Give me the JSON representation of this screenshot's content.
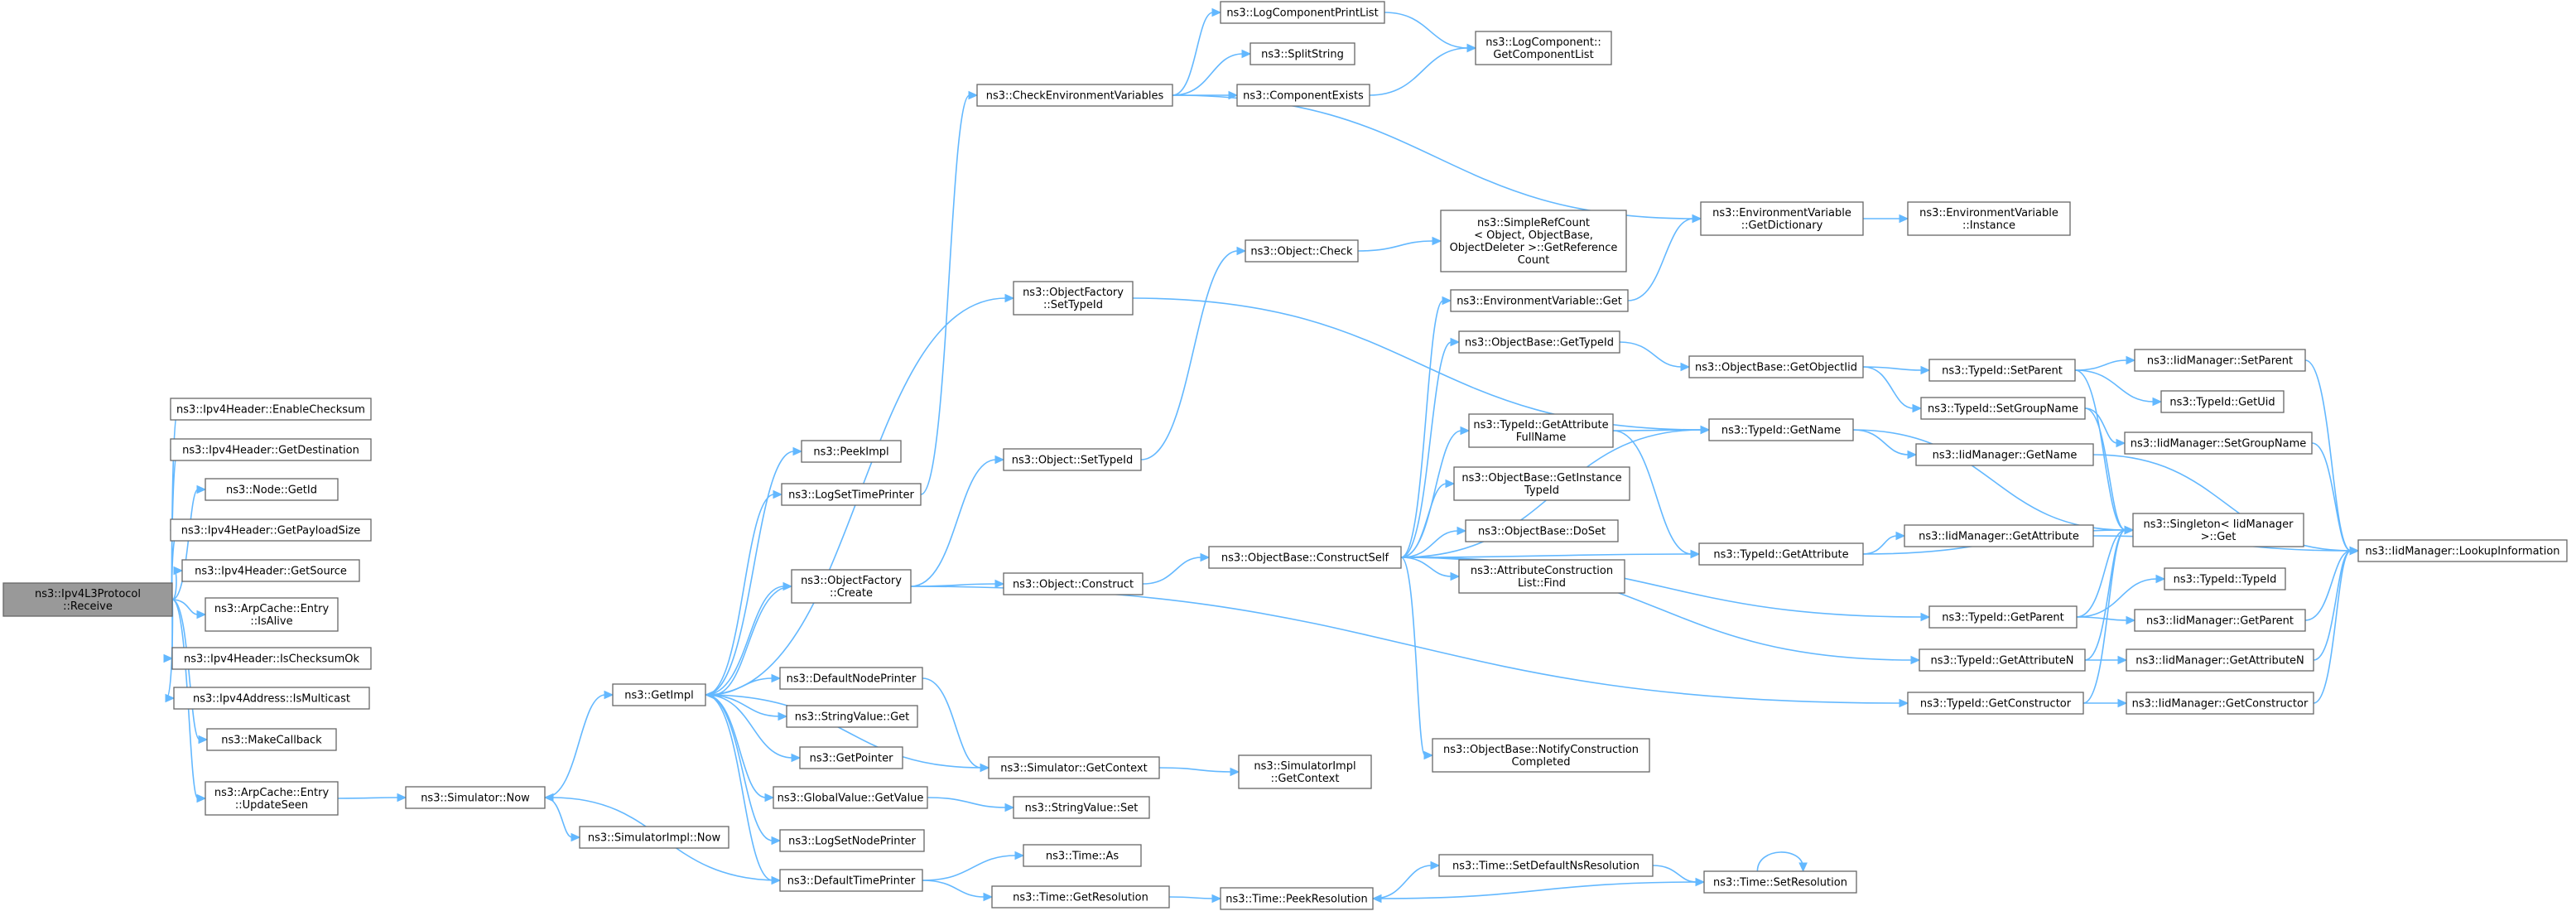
{
  "colors": {
    "edge": "#63b8ff",
    "node_border": "#666666",
    "root_fill": "#999999",
    "node_fill": "#ffffff"
  },
  "nodes": {
    "receive": {
      "lines": [
        "ns3::Ipv4L3Protocol",
        "::Receive"
      ],
      "root": true
    },
    "enableChecksum": {
      "lines": [
        "ns3::Ipv4Header::EnableChecksum"
      ]
    },
    "getDestination": {
      "lines": [
        "ns3::Ipv4Header::GetDestination"
      ]
    },
    "nodeGetId": {
      "lines": [
        "ns3::Node::GetId"
      ]
    },
    "getPayloadSize": {
      "lines": [
        "ns3::Ipv4Header::GetPayloadSize"
      ]
    },
    "getSource": {
      "lines": [
        "ns3::Ipv4Header::GetSource"
      ]
    },
    "entryIsAlive": {
      "lines": [
        "ns3::ArpCache::Entry",
        "::IsAlive"
      ]
    },
    "isChecksumOk": {
      "lines": [
        "ns3::Ipv4Header::IsChecksumOk"
      ]
    },
    "isMulticast": {
      "lines": [
        "ns3::Ipv4Address::IsMulticast"
      ]
    },
    "makeCallback": {
      "lines": [
        "ns3::MakeCallback"
      ]
    },
    "updateSeen": {
      "lines": [
        "ns3::ArpCache::Entry",
        "::UpdateSeen"
      ]
    },
    "simNow": {
      "lines": [
        "ns3::Simulator::Now"
      ]
    },
    "simImplNow": {
      "lines": [
        "ns3::SimulatorImpl::Now"
      ]
    },
    "getImpl": {
      "lines": [
        "ns3::GetImpl"
      ]
    },
    "peekImpl": {
      "lines": [
        "ns3::PeekImpl"
      ]
    },
    "logSetTimePrinter": {
      "lines": [
        "ns3::LogSetTimePrinter"
      ]
    },
    "objFactoryCreate": {
      "lines": [
        "ns3::ObjectFactory",
        "::Create"
      ]
    },
    "defaultNodePrinter": {
      "lines": [
        "ns3::DefaultNodePrinter"
      ]
    },
    "stringValueGet": {
      "lines": [
        "ns3::StringValue::Get"
      ]
    },
    "getPointer": {
      "lines": [
        "ns3::GetPointer"
      ]
    },
    "globalValueGetValue": {
      "lines": [
        "ns3::GlobalValue::GetValue"
      ]
    },
    "logSetNodePrinter": {
      "lines": [
        "ns3::LogSetNodePrinter"
      ]
    },
    "defaultTimePrinter": {
      "lines": [
        "ns3::DefaultTimePrinter"
      ]
    },
    "checkEnv": {
      "lines": [
        "ns3::CheckEnvironmentVariables"
      ]
    },
    "logCompPrintList": {
      "lines": [
        "ns3::LogComponentPrintList"
      ]
    },
    "splitString": {
      "lines": [
        "ns3::SplitString"
      ]
    },
    "componentExists": {
      "lines": [
        "ns3::ComponentExists"
      ]
    },
    "logCompGetList": {
      "lines": [
        "ns3::LogComponent::",
        "GetComponentList"
      ]
    },
    "objFactorySetTypeId": {
      "lines": [
        "ns3::ObjectFactory",
        "::SetTypeId"
      ]
    },
    "objSetTypeId": {
      "lines": [
        "ns3::Object::SetTypeId"
      ]
    },
    "objConstruct": {
      "lines": [
        "ns3::Object::Construct"
      ]
    },
    "simGetContext": {
      "lines": [
        "ns3::Simulator::GetContext"
      ]
    },
    "simImplGetContext": {
      "lines": [
        "ns3::SimulatorImpl",
        "::GetContext"
      ]
    },
    "stringValueSet": {
      "lines": [
        "ns3::StringValue::Set"
      ]
    },
    "timeAs": {
      "lines": [
        "ns3::Time::As"
      ]
    },
    "timeGetResolution": {
      "lines": [
        "ns3::Time::GetResolution"
      ]
    },
    "timePeekResolution": {
      "lines": [
        "ns3::Time::PeekResolution"
      ]
    },
    "timeSetDefaultNs": {
      "lines": [
        "ns3::Time::SetDefaultNsResolution"
      ]
    },
    "timeSetResolution": {
      "lines": [
        "ns3::Time::SetResolution"
      ]
    },
    "objCheck": {
      "lines": [
        "ns3::Object::Check"
      ]
    },
    "simpleRefCount": {
      "lines": [
        "ns3::SimpleRefCount",
        "< Object, ObjectBase,",
        "ObjectDeleter >::GetReference",
        "Count"
      ]
    },
    "constructSelf": {
      "lines": [
        "ns3::ObjectBase::ConstructSelf"
      ]
    },
    "envVarGet": {
      "lines": [
        "ns3::EnvironmentVariable::Get"
      ]
    },
    "objBaseGetTypeId": {
      "lines": [
        "ns3::ObjectBase::GetTypeId"
      ]
    },
    "getAttrFullName": {
      "lines": [
        "ns3::TypeId::GetAttribute",
        "FullName"
      ]
    },
    "getInstanceTypeId": {
      "lines": [
        "ns3::ObjectBase::GetInstance",
        "TypeId"
      ]
    },
    "doSet": {
      "lines": [
        "ns3::ObjectBase::DoSet"
      ]
    },
    "attrConstructionFind": {
      "lines": [
        "ns3::AttributeConstruction",
        "List::Find"
      ]
    },
    "notifyConstructionCompleted": {
      "lines": [
        "ns3::ObjectBase::NotifyConstruction",
        "Completed"
      ]
    },
    "envVarGetDictionary": {
      "lines": [
        "ns3::EnvironmentVariable",
        "::GetDictionary"
      ]
    },
    "envVarInstance": {
      "lines": [
        "ns3::EnvironmentVariable",
        "::Instance"
      ]
    },
    "getObjectIid": {
      "lines": [
        "ns3::ObjectBase::GetObjectIid"
      ]
    },
    "typeIdGetName": {
      "lines": [
        "ns3::TypeId::GetName"
      ]
    },
    "typeIdGetAttribute": {
      "lines": [
        "ns3::TypeId::GetAttribute"
      ]
    },
    "typeIdSetParent": {
      "lines": [
        "ns3::TypeId::SetParent"
      ]
    },
    "typeIdSetGroupName": {
      "lines": [
        "ns3::TypeId::SetGroupName"
      ]
    },
    "typeIdGetParent": {
      "lines": [
        "ns3::TypeId::GetParent"
      ]
    },
    "typeIdGetAttributeN": {
      "lines": [
        "ns3::TypeId::GetAttributeN"
      ]
    },
    "typeIdGetConstructor": {
      "lines": [
        "ns3::TypeId::GetConstructor"
      ]
    },
    "iidSetParent": {
      "lines": [
        "ns3::IidManager::SetParent"
      ]
    },
    "typeIdGetUid": {
      "lines": [
        "ns3::TypeId::GetUid"
      ]
    },
    "iidSetGroupName": {
      "lines": [
        "ns3::IidManager::SetGroupName"
      ]
    },
    "iidGetName": {
      "lines": [
        "ns3::IidManager::GetName"
      ]
    },
    "singletonGet": {
      "lines": [
        "ns3::Singleton< IidManager",
        ">::Get"
      ]
    },
    "iidGetAttribute": {
      "lines": [
        "ns3::IidManager::GetAttribute"
      ]
    },
    "typeIdTypeId": {
      "lines": [
        "ns3::TypeId::TypeId"
      ]
    },
    "iidGetParent": {
      "lines": [
        "ns3::IidManager::GetParent"
      ]
    },
    "iidGetAttributeN": {
      "lines": [
        "ns3::IidManager::GetAttributeN"
      ]
    },
    "iidGetConstructor": {
      "lines": [
        "ns3::IidManager::GetConstructor"
      ]
    },
    "iidLookupInformation": {
      "lines": [
        "ns3::IidManager::LookupInformation"
      ]
    }
  },
  "edges": [
    [
      "receive",
      "enableChecksum"
    ],
    [
      "receive",
      "getDestination"
    ],
    [
      "receive",
      "nodeGetId"
    ],
    [
      "receive",
      "getPayloadSize"
    ],
    [
      "receive",
      "getSource"
    ],
    [
      "receive",
      "entryIsAlive"
    ],
    [
      "receive",
      "isChecksumOk"
    ],
    [
      "receive",
      "isMulticast"
    ],
    [
      "receive",
      "makeCallback"
    ],
    [
      "receive",
      "updateSeen"
    ],
    [
      "updateSeen",
      "simNow"
    ],
    [
      "simNow",
      "getImpl"
    ],
    [
      "simNow",
      "simImplNow"
    ],
    [
      "getImpl",
      "peekImpl"
    ],
    [
      "getImpl",
      "logSetTimePrinter"
    ],
    [
      "getImpl",
      "objFactoryCreate"
    ],
    [
      "getImpl",
      "defaultNodePrinter"
    ],
    [
      "getImpl",
      "stringValueGet"
    ],
    [
      "getImpl",
      "getPointer"
    ],
    [
      "getImpl",
      "globalValueGetValue"
    ],
    [
      "getImpl",
      "logSetNodePrinter"
    ],
    [
      "getImpl",
      "defaultTimePrinter"
    ],
    [
      "getImpl",
      "simGetContext"
    ],
    [
      "getImpl",
      "objFactorySetTypeId"
    ],
    [
      "logSetTimePrinter",
      "checkEnv"
    ],
    [
      "checkEnv",
      "logCompPrintList"
    ],
    [
      "checkEnv",
      "splitString"
    ],
    [
      "checkEnv",
      "componentExists"
    ],
    [
      "checkEnv",
      "envVarGetDictionary"
    ],
    [
      "logCompPrintList",
      "logCompGetList"
    ],
    [
      "componentExists",
      "logCompGetList"
    ],
    [
      "objFactoryCreate",
      "objSetTypeId"
    ],
    [
      "objFactoryCreate",
      "objConstruct"
    ],
    [
      "objFactoryCreate",
      "typeIdGetConstructor"
    ],
    [
      "objFactoryCreate",
      "getImpl"
    ],
    [
      "objFactorySetTypeId",
      "typeIdGetName"
    ],
    [
      "objSetTypeId",
      "objCheck"
    ],
    [
      "objCheck",
      "simpleRefCount"
    ],
    [
      "objConstruct",
      "constructSelf"
    ],
    [
      "defaultNodePrinter",
      "simGetContext"
    ],
    [
      "simGetContext",
      "simImplGetContext"
    ],
    [
      "globalValueGetValue",
      "stringValueSet"
    ],
    [
      "defaultTimePrinter",
      "simNow"
    ],
    [
      "defaultTimePrinter",
      "timeAs"
    ],
    [
      "defaultTimePrinter",
      "timeGetResolution"
    ],
    [
      "timeGetResolution",
      "timePeekResolution"
    ],
    [
      "timePeekResolution",
      "timeSetDefaultNs"
    ],
    [
      "timeSetDefaultNs",
      "timeSetResolution"
    ],
    [
      "timeSetResolution",
      "timePeekResolution"
    ],
    [
      "timeSetResolution",
      "timeSetResolution"
    ],
    [
      "constructSelf",
      "envVarGet"
    ],
    [
      "constructSelf",
      "objBaseGetTypeId"
    ],
    [
      "constructSelf",
      "getAttrFullName"
    ],
    [
      "constructSelf",
      "getInstanceTypeId"
    ],
    [
      "constructSelf",
      "doSet"
    ],
    [
      "constructSelf",
      "attrConstructionFind"
    ],
    [
      "constructSelf",
      "notifyConstructionCompleted"
    ],
    [
      "constructSelf",
      "typeIdGetName"
    ],
    [
      "constructSelf",
      "typeIdGetAttribute"
    ],
    [
      "constructSelf",
      "typeIdGetParent"
    ],
    [
      "constructSelf",
      "typeIdGetAttributeN"
    ],
    [
      "envVarGet",
      "envVarGetDictionary"
    ],
    [
      "envVarGetDictionary",
      "envVarInstance"
    ],
    [
      "objBaseGetTypeId",
      "getObjectIid"
    ],
    [
      "getAttrFullName",
      "typeIdGetName"
    ],
    [
      "getAttrFullName",
      "typeIdGetAttribute"
    ],
    [
      "getObjectIid",
      "typeIdSetParent"
    ],
    [
      "getObjectIid",
      "typeIdSetGroupName"
    ],
    [
      "typeIdSetParent",
      "iidSetParent"
    ],
    [
      "typeIdSetParent",
      "typeIdGetUid"
    ],
    [
      "typeIdSetParent",
      "singletonGet"
    ],
    [
      "typeIdSetGroupName",
      "iidSetGroupName"
    ],
    [
      "typeIdSetGroupName",
      "singletonGet"
    ],
    [
      "typeIdGetName",
      "iidGetName"
    ],
    [
      "typeIdGetName",
      "singletonGet"
    ],
    [
      "typeIdGetAttribute",
      "iidGetAttribute"
    ],
    [
      "typeIdGetAttribute",
      "singletonGet"
    ],
    [
      "typeIdGetParent",
      "typeIdTypeId"
    ],
    [
      "typeIdGetParent",
      "iidGetParent"
    ],
    [
      "typeIdGetParent",
      "singletonGet"
    ],
    [
      "typeIdGetAttributeN",
      "iidGetAttributeN"
    ],
    [
      "typeIdGetAttributeN",
      "singletonGet"
    ],
    [
      "typeIdGetConstructor",
      "iidGetConstructor"
    ],
    [
      "typeIdGetConstructor",
      "singletonGet"
    ],
    [
      "iidSetParent",
      "iidLookupInformation"
    ],
    [
      "iidSetGroupName",
      "iidLookupInformation"
    ],
    [
      "iidGetName",
      "iidLookupInformation"
    ],
    [
      "iidGetAttribute",
      "iidLookupInformation"
    ],
    [
      "iidGetParent",
      "iidLookupInformation"
    ],
    [
      "iidGetAttributeN",
      "iidLookupInformation"
    ],
    [
      "iidGetConstructor",
      "iidLookupInformation"
    ]
  ]
}
